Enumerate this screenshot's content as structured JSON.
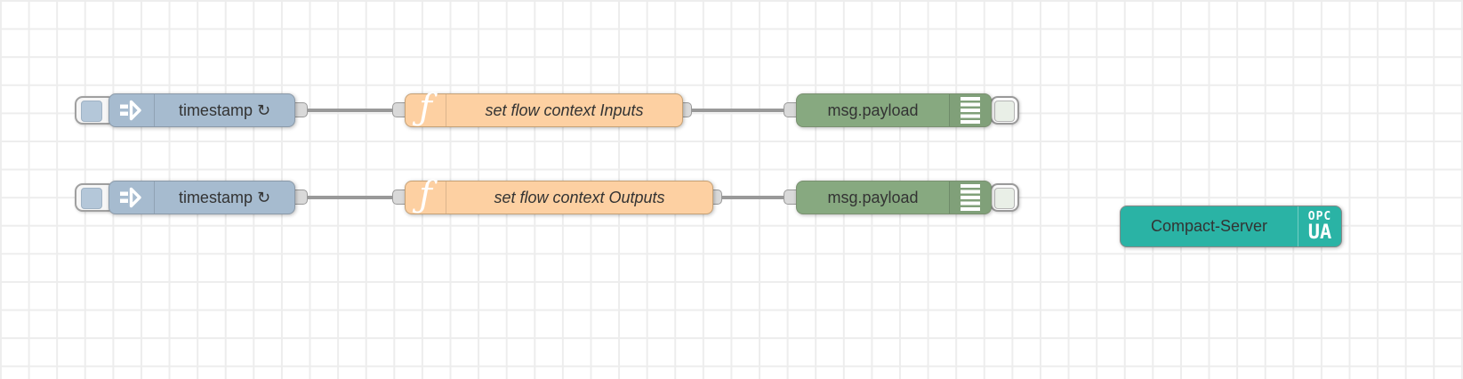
{
  "canvas": {
    "background": "#ffffff",
    "grid_color": "#ededed"
  },
  "colors": {
    "inject_node": "#a6bbcf",
    "function_node": "#fdd0a2",
    "debug_node": "#87a980",
    "server_node": "#2ab3a5",
    "wire": "#999999",
    "port_fill": "#d9d9d9",
    "port_border": "#999999",
    "label_text": "#333333"
  },
  "icons": {
    "inject_arrow": "inject-arrow",
    "function_glyph": "ƒ",
    "repeat_glyph": "↻",
    "debug_lines": "debug-output-lines",
    "opcua_badge": "opc-ua-logo"
  },
  "rows": [
    {
      "inject": {
        "label": "timestamp"
      },
      "function": {
        "label": "set flow context Inputs"
      },
      "debug": {
        "label": "msg.payload"
      }
    },
    {
      "inject": {
        "label": "timestamp"
      },
      "function": {
        "label": "set flow context Outputs"
      },
      "debug": {
        "label": "msg.payload"
      }
    }
  ],
  "server": {
    "label": "Compact-Server",
    "badge_top": "OPC",
    "badge_bottom": "UA"
  }
}
